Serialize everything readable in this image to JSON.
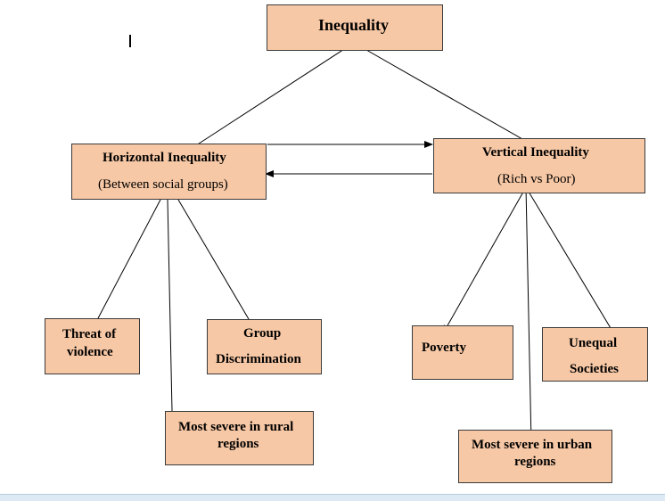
{
  "colors": {
    "box_fill": "#f7c8a5",
    "box_border": "#3a3a3a",
    "line": "#000000",
    "status_strip": "#dde9f5"
  },
  "diagram": {
    "root": {
      "label": "Inequality"
    },
    "horizontal": {
      "label": "Horizontal Inequality",
      "subtitle": "(Between social groups)"
    },
    "vertical": {
      "label": "Vertical Inequality",
      "subtitle": "(Rich vs Poor)"
    },
    "threat": {
      "line1": "Threat of",
      "line2": "violence"
    },
    "group": {
      "line1": "Group",
      "line2": "Discrimination"
    },
    "rural": {
      "line1": "Most severe in rural",
      "line2": "regions"
    },
    "poverty": {
      "label": "Poverty"
    },
    "unequal": {
      "line1": "Unequal",
      "line2": "Societies"
    },
    "urban": {
      "line1": "Most severe in urban",
      "line2": "regions"
    }
  }
}
